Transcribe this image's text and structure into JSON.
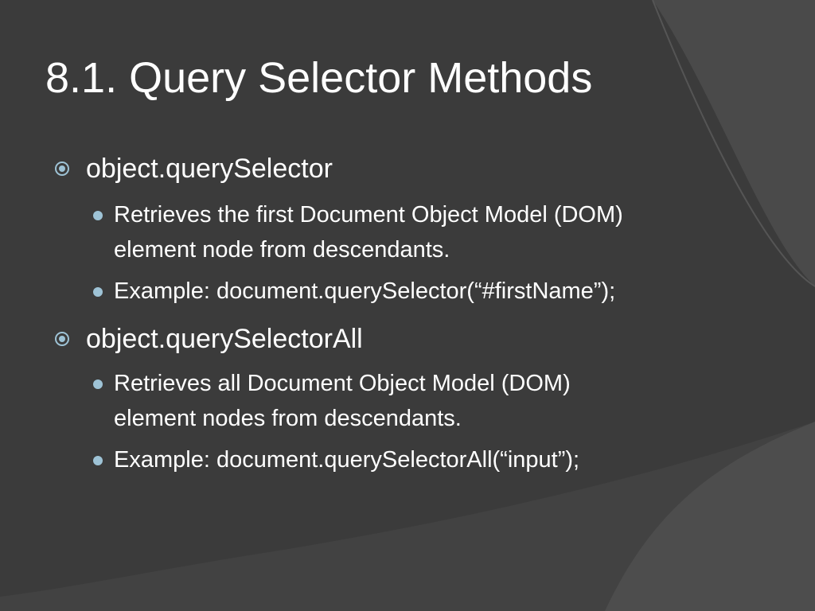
{
  "slide": {
    "title": "8.1. Query Selector Methods",
    "items": [
      {
        "label": "object.querySelector",
        "subitems": [
          {
            "lines": [
              "Retrieves the first Document Object Model (DOM)",
              "element node from descendants."
            ]
          },
          {
            "lines": [
              "Example: document.querySelector(“#firstName”);"
            ]
          }
        ]
      },
      {
        "label": "object.querySelectorAll",
        "subitems": [
          {
            "lines": [
              "Retrieves all Document Object Model (DOM)",
              "element nodes from descendants."
            ]
          },
          {
            "lines": [
              "Example: document.querySelectorAll(“input”);"
            ]
          }
        ]
      }
    ]
  },
  "colors": {
    "background": "#3b3b3b",
    "text": "#ffffff",
    "bullet_accent": "#9ec3d6"
  },
  "icons": {
    "level1_bullet": "target-circle-icon",
    "level2_bullet": "dot-icon"
  }
}
